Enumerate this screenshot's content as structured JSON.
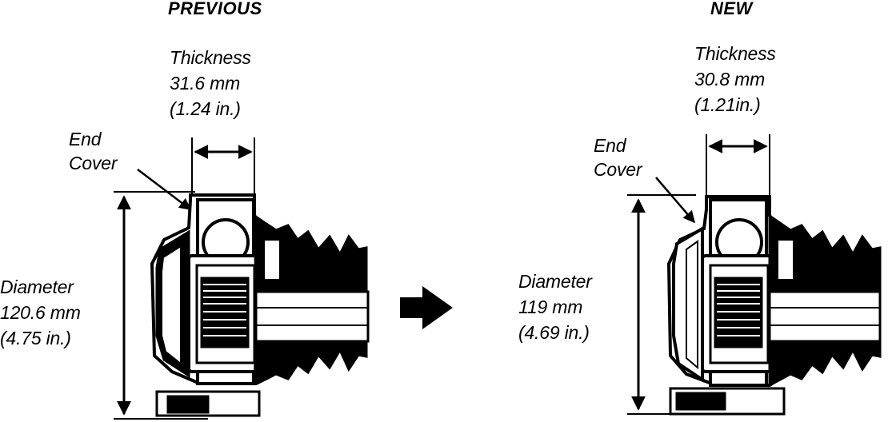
{
  "previous": {
    "heading": "PREVIOUS",
    "thickness": [
      "Thickness",
      "31.6 mm",
      "(1.24 in.)"
    ],
    "end_cover": [
      "End",
      "Cover"
    ],
    "diameter": [
      "Diameter",
      "120.6 mm",
      "(4.75 in.)"
    ]
  },
  "new": {
    "heading": "NEW",
    "thickness": [
      "Thickness",
      "30.8 mm",
      "(1.21in.)"
    ],
    "end_cover": [
      "End",
      "Cover"
    ],
    "diameter": [
      "Diameter",
      "119 mm",
      "(4.69 in.)"
    ]
  }
}
